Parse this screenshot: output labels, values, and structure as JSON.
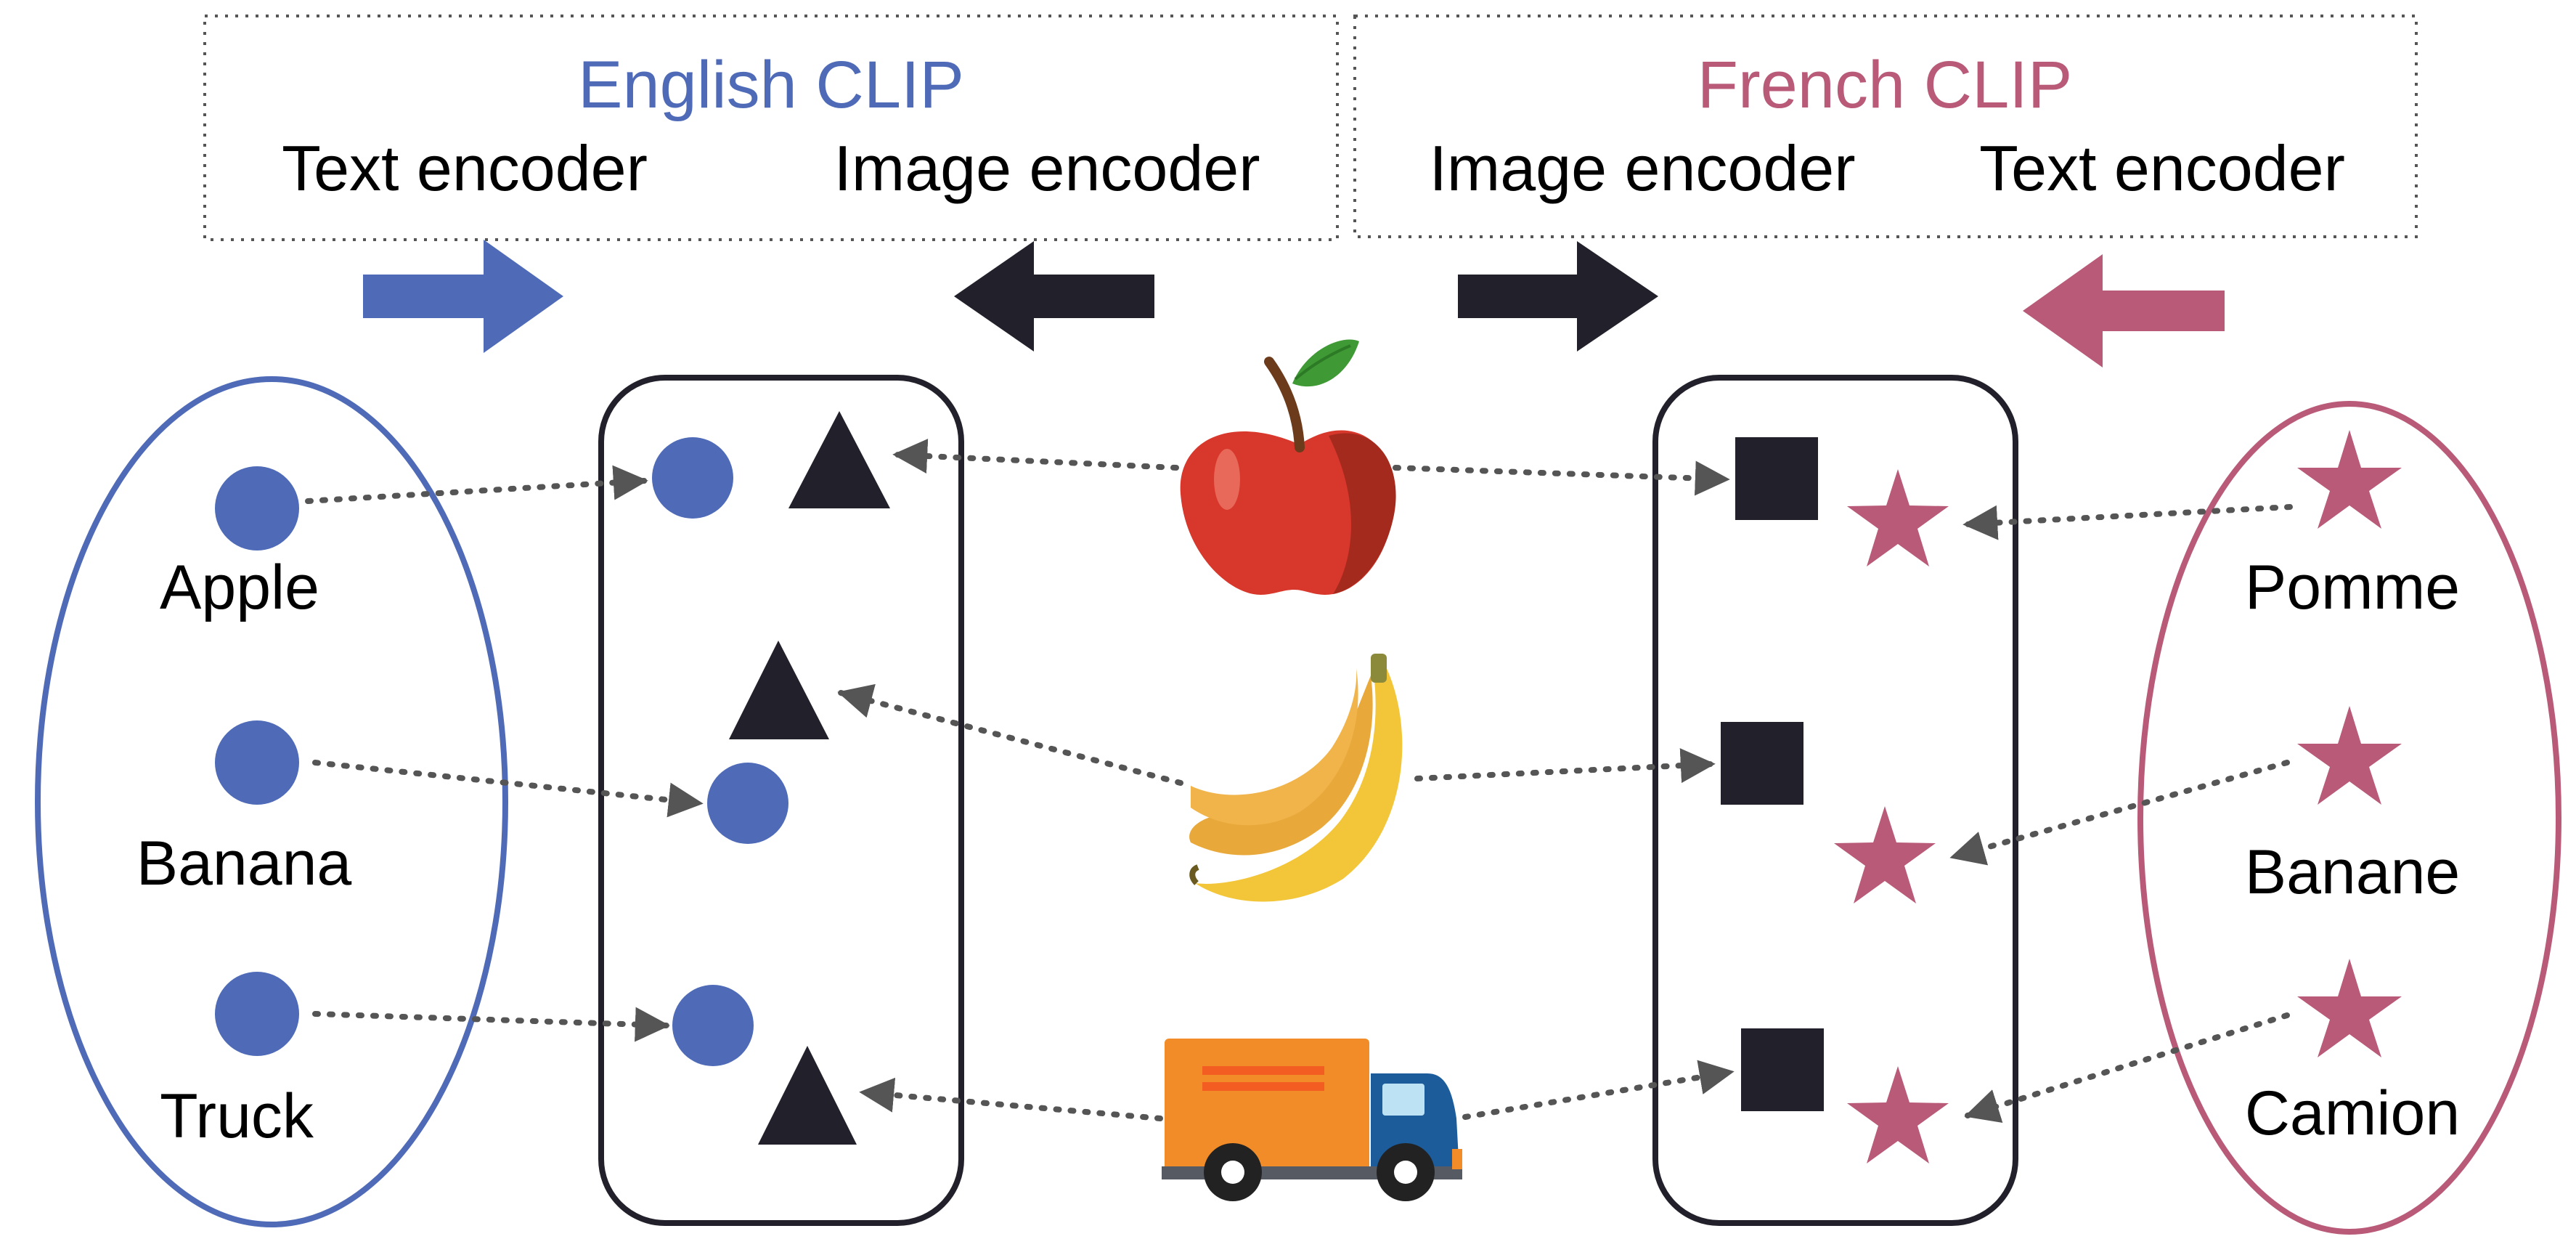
{
  "colors": {
    "english": "#4f6bb8",
    "french": "#b85a78",
    "dark": "#22212b",
    "connector": "#555555"
  },
  "english_clip": {
    "title": "English CLIP",
    "text_encoder_label": "Text encoder",
    "image_encoder_label": "Image encoder"
  },
  "french_clip": {
    "title": "French CLIP",
    "image_encoder_label": "Image encoder",
    "text_encoder_label": "Text encoder"
  },
  "english_words": [
    "Apple",
    "Banana",
    "Truck"
  ],
  "french_words": [
    "Pomme",
    "Banane",
    "Camion"
  ],
  "images": [
    "apple-icon",
    "banana-icon",
    "truck-icon"
  ]
}
